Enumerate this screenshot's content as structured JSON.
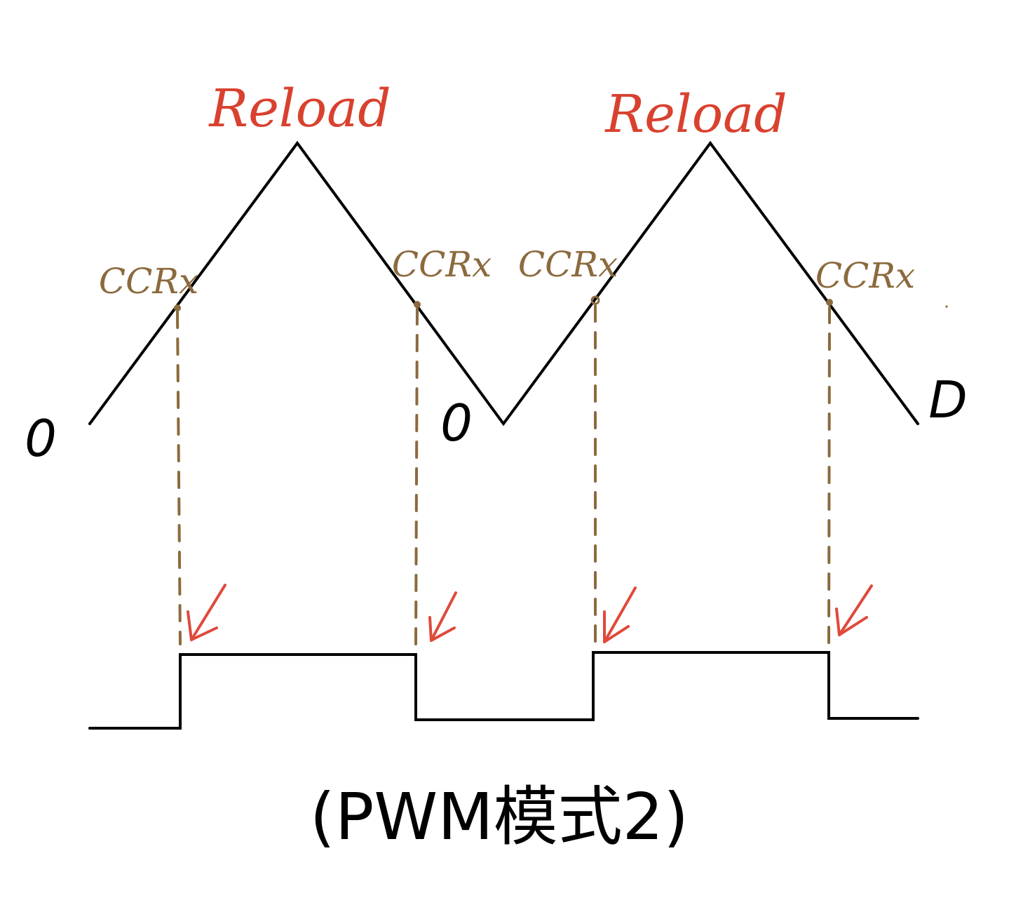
{
  "diagram": {
    "caption": "(PWM模式2)",
    "reload_label": "Reload",
    "ccr_label": "CCRx",
    "zero_label": "0",
    "end_zero_label": "D",
    "colors": {
      "waveform": "#000000",
      "reload": "#d9412f",
      "ccr": "#8b6a3e",
      "arrow": "#e0493a",
      "zero": "#000000",
      "caption": "#000000"
    }
  }
}
